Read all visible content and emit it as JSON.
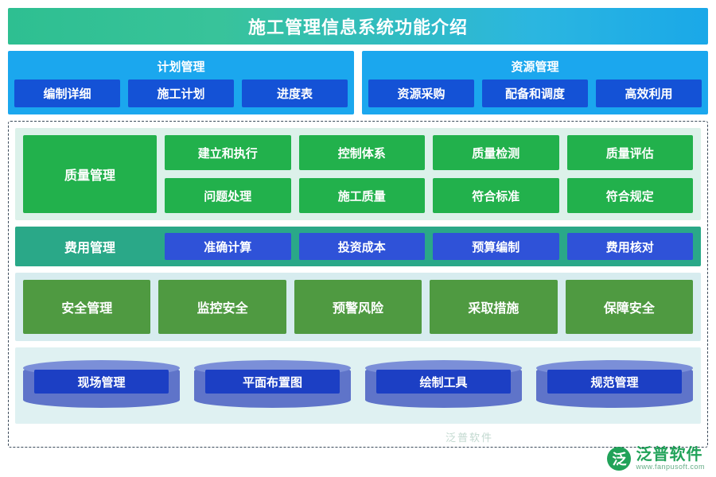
{
  "title": "施工管理信息系统功能介绍",
  "top_panels": [
    {
      "title": "计划管理",
      "chips": [
        "编制详细",
        "施工计划",
        "进度表"
      ]
    },
    {
      "title": "资源管理",
      "chips": [
        "资源采购",
        "配备和调度",
        "高效利用"
      ]
    }
  ],
  "quality": {
    "main": "质量管理",
    "cells": [
      "建立和执行",
      "控制体系",
      "质量检测",
      "质量评估",
      "问题处理",
      "施工质量",
      "符合标准",
      "符合规定"
    ]
  },
  "cost": {
    "main": "费用管理",
    "cells": [
      "准确计算",
      "投资成本",
      "预算编制",
      "费用核对"
    ]
  },
  "safety": {
    "main": "安全管理",
    "cells": [
      "监控安全",
      "预警风险",
      "采取措施",
      "保障安全"
    ]
  },
  "cylinders": [
    "现场管理",
    "平面布置图",
    "绘制工具",
    "规范管理"
  ],
  "watermark": "泛普软件",
  "brand": {
    "mark": "泛",
    "name": "泛普软件",
    "sub": "www.fanpusoft.com"
  },
  "colors": {
    "title_green": "#2ebf91",
    "title_blue": "#1aa8e8",
    "panel_blue": "#1ba7ee",
    "chip_blue": "#1452d6",
    "green": "#22b14c",
    "teal": "#2aa888",
    "safety_green": "#4f9a41",
    "cylinder": "#5f74c9"
  }
}
